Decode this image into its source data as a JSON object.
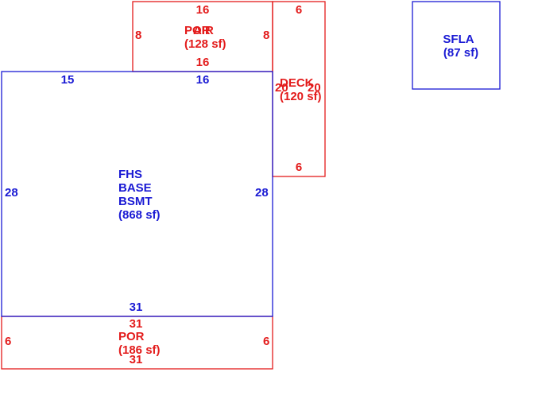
{
  "colors": {
    "red": "#e31b1b",
    "blue": "#1a1ad4"
  },
  "sketch": {
    "porch_top": {
      "name_a": "POR",
      "name_b": "AIR",
      "area": "(128 sf)",
      "dim_top": "16",
      "dim_bottom": "16",
      "dim_left": "8",
      "dim_right": "8"
    },
    "deck": {
      "name": "DECK",
      "area": "(120 sf)",
      "dim_top": "6",
      "dim_bottom": "6",
      "dim_left": "20",
      "dim_right": "20"
    },
    "sfla": {
      "name": "SFLA",
      "area": "(87 sf)"
    },
    "base": {
      "line1": "FHS",
      "line2": "BASE",
      "line3": "BSMT",
      "area": "(868 sf)",
      "dim_top_left": "15",
      "dim_top_right": "16",
      "dim_left": "28",
      "dim_right": "28",
      "dim_bottom": "31"
    },
    "porch_bottom": {
      "name": "POR",
      "area": "(186 sf)",
      "dim_top": "31",
      "dim_bottom": "31",
      "dim_left": "6",
      "dim_right": "6"
    }
  }
}
